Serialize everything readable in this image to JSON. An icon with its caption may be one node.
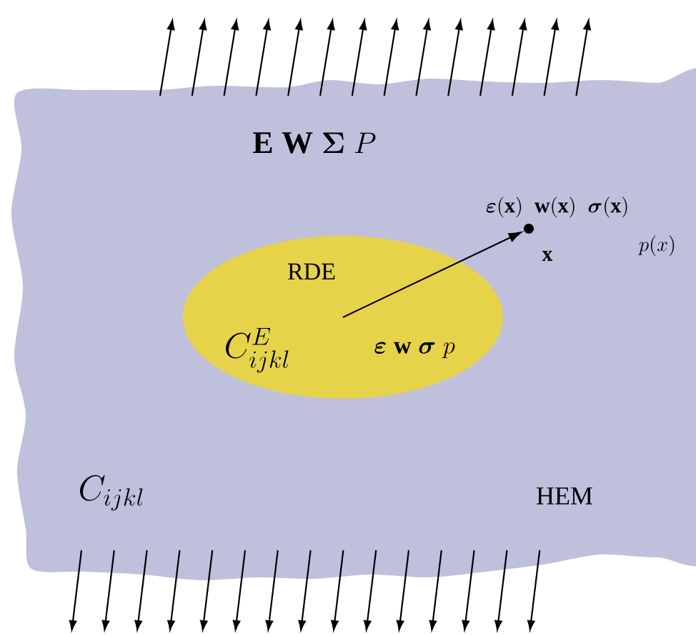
{
  "diagram": {
    "nodes": [
      {
        "text": [
          "HEM",
          "\\mathbf{E}\\;\\mathbf{W}\\;\\boldsymbol{\\Sigma}\\;P",
          "\\boldsymbol{\\varepsilon}(\\mathbf{x})\\;\\;\\mathbf{w}(\\mathbf{x})\\;\\;\\boldsymbol{\\sigma}(\\mathbf{x})",
          "p(x)",
          "C_{ijkl}"
        ]
      },
      {
        "text": [
          "RDE",
          "C^{E}_{ijkl}",
          "\\boldsymbol{\\varepsilon}\\;\\mathbf{w}\\;\\boldsymbol{\\sigma}\\;p"
        ],
        "in": 0
      },
      {
        "text": [],
        "shape": "circle",
        "in": 0,
        "beside": [
          "\\mathbf{x}"
        ]
      }
    ],
    "edges": [
      {
        "from": 1,
        "to": 2,
        "arrow": "to"
      }
    ]
  }
}
